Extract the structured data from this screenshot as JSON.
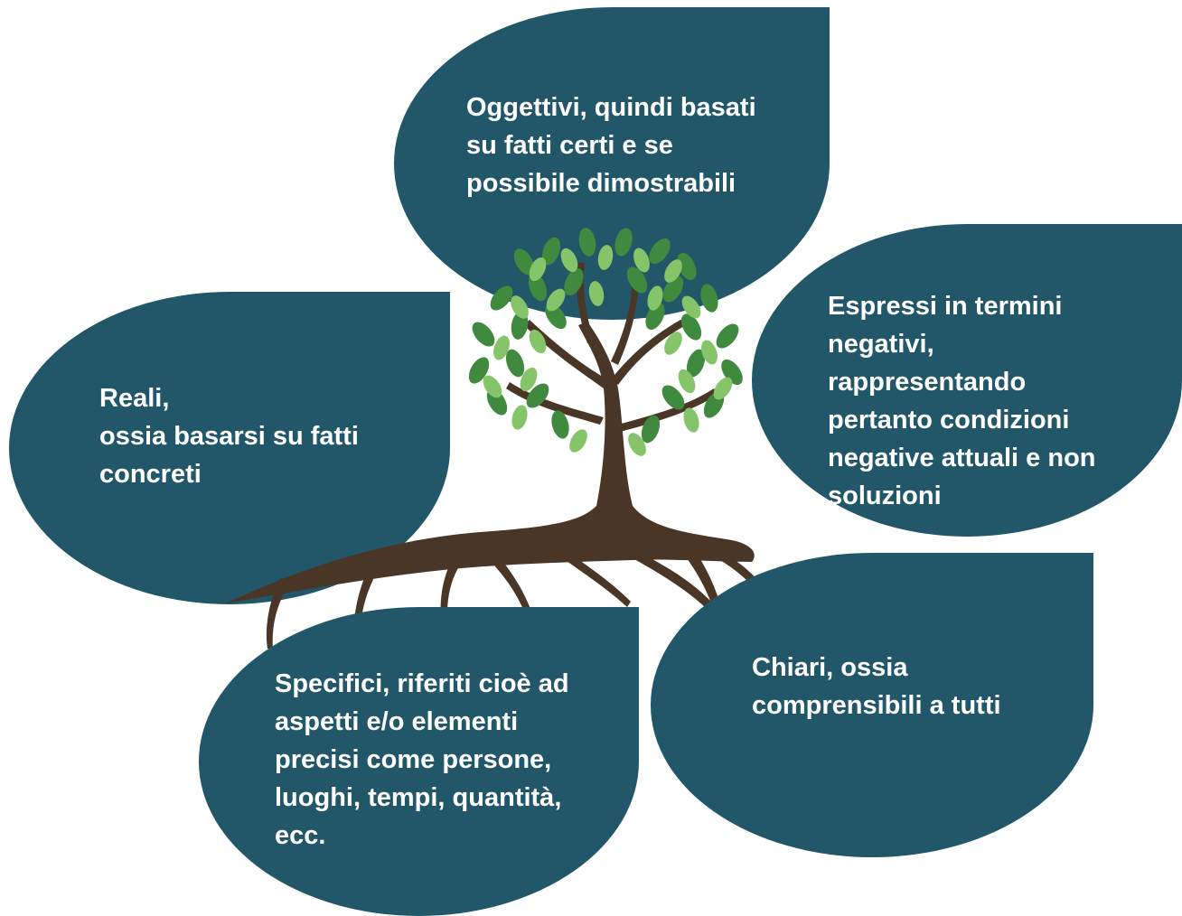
{
  "colors": {
    "bubble": "#22576a",
    "text": "#ffffff",
    "trunk": "#4a3626",
    "leaf_dark": "#3f8a3e",
    "leaf_light": "#86c46a"
  },
  "bubbles": {
    "top": "Oggettivi, quindi basati\nsu fatti certi e se\npossibile dimostrabili",
    "left": "Reali,\nossia basarsi su fatti\nconcreti",
    "right": "Espressi in termini\nnegativi,\nrappresentando\npertanto condizioni\nnegative attuali e non\nsoluzioni",
    "bottom_left": "Specifici, riferiti cioè ad\naspetti e/o elementi\nprecisi come persone,\nluoghi, tempi, quantità,\necc.",
    "bottom_right": "Chiari, ossia\ncomprensibili a tutti"
  },
  "icons": {
    "center": "tree-with-roots-icon"
  }
}
